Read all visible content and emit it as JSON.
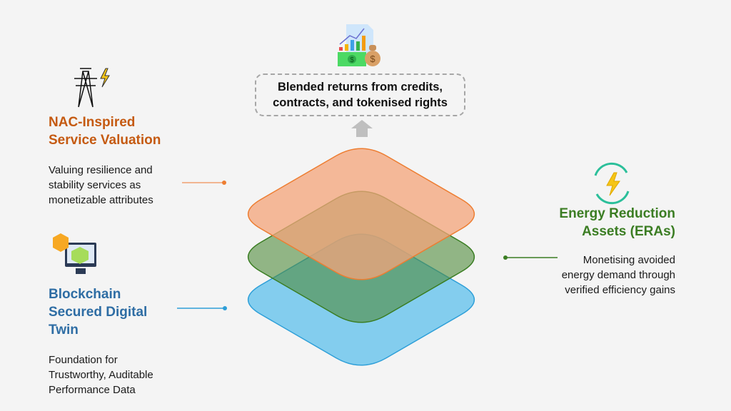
{
  "top": {
    "text": "Blended returns from credits,\ncontracts, and tokenised rights",
    "icon": "finance-growth-icon"
  },
  "nac": {
    "title": "NAC-Inspired\nService Valuation",
    "desc": "Valuing resilience and\nstability services as\nmonetizable attributes",
    "color": "#c55a11",
    "icon": "power-tower-icon"
  },
  "blockchain": {
    "title": "Blockchain\nSecured Digital\nTwin",
    "desc": "Foundation for\nTrustworthy, Auditable\nPerformance Data",
    "color": "#2e6da4",
    "icon": "blockchain-computer-icon"
  },
  "era": {
    "title": "Energy Reduction\nAssets (ERAs)",
    "desc": "Monetising avoided\nenergy demand through\nverified efficiency gains",
    "color": "#3b7d23",
    "icon": "energy-cycle-icon"
  },
  "colors": {
    "orange": "#ed7d31",
    "green": "#3a7d22",
    "blue": "#2e9fd8"
  }
}
